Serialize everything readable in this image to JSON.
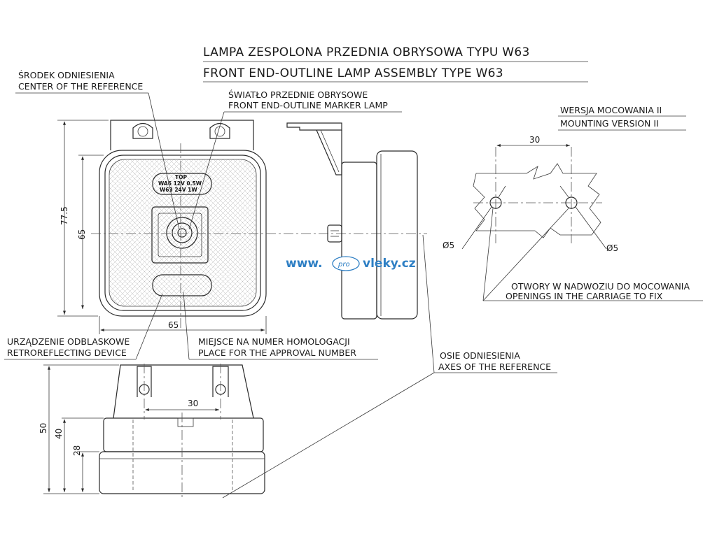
{
  "title": {
    "line1": "LAMPA ZESPOLONA PRZEDNIA OBRYSOWA TYPU W63",
    "line2": "FRONT END-OUTLINE LAMP ASSEMBLY TYPE W63"
  },
  "callouts": {
    "center_ref_pl": "ŚRODEK ODNIESIENIA",
    "center_ref_en": "CENTER OF THE REFERENCE",
    "marker_lamp_pl": "ŚWIATŁO PRZEDNIE OBRYSOWE",
    "marker_lamp_en": "FRONT END-OUTLINE MARKER LAMP",
    "retro_pl": "URZĄDZENIE ODBLASKOWE",
    "retro_en": "RETROREFLECTING DEVICE",
    "approval_pl": "MIEJSCE NA NUMER HOMOLOGACJI",
    "approval_en": "PLACE FOR THE APPROVAL NUMBER",
    "axes_pl": "OSIE ODNIESIENIA",
    "axes_en": "AXES OF THE REFERENCE",
    "mount_pl": "WERSJA MOCOWANIA II",
    "mount_en": "MOUNTING VERSION II",
    "openings_pl": "OTWORY W NADWOZIU DO MOCOWANIA",
    "openings_en": "OPENINGS IN THE CARRIAGE TO FIX"
  },
  "lens_marking": {
    "top": "TOP",
    "row1": "WA6  12V  0.5W",
    "row2": "W63  24V  1W"
  },
  "dimensions": {
    "outer_height": "77.5",
    "lens_height": "65",
    "lens_width": "65",
    "hole_spacing_front": "30",
    "hole_spacing_mount": "30",
    "hole_dia_left": "Ø5",
    "hole_dia_right": "Ø5",
    "total_height": "50",
    "body_height": "40",
    "lower_height": "28"
  },
  "watermark": {
    "prefix": "www.",
    "badge": "pro",
    "domain": "vleky.cz"
  },
  "colors": {
    "line": "#2a2a2a",
    "watermark": "#2e7fc4"
  }
}
